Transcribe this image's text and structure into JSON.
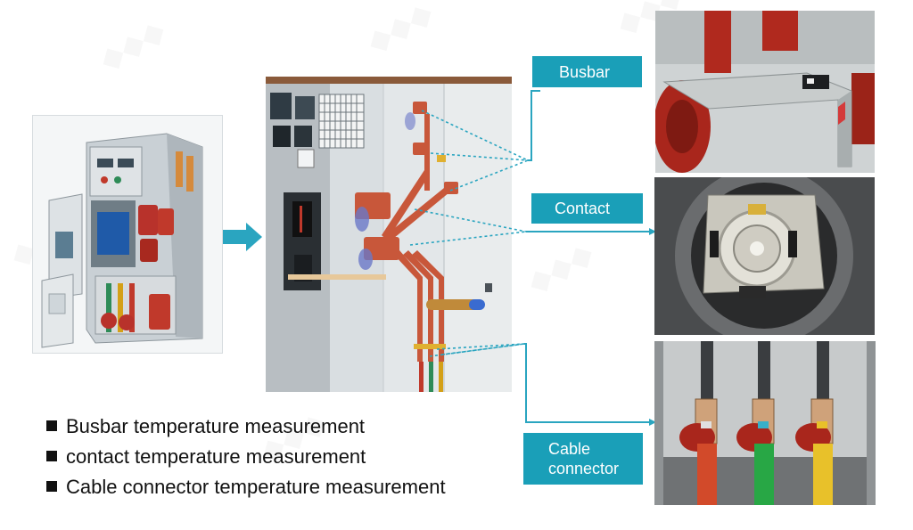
{
  "labels": {
    "busbar": "Busbar",
    "contact": "Contact",
    "cable_connector_line1": "Cable",
    "cable_connector_line2": "connector"
  },
  "bullets": [
    "Busbar temperature measurement",
    "contact temperature measurement",
    "Cable connector temperature measurement"
  ],
  "colors": {
    "accent": "#1a9fb8",
    "copper": "#c8573a",
    "insulator": "#b8322b"
  },
  "icons": {
    "arrow": "right-arrow-icon"
  }
}
